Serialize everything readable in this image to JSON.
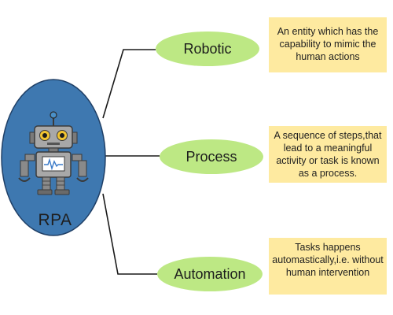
{
  "center": {
    "label": "RPA"
  },
  "branches": [
    {
      "label": "Robotic",
      "description": "An entity which has the capability to mimic the human actions"
    },
    {
      "label": "Process",
      "description": "A sequence of steps,that lead to a meaningful activity or task is known as a process."
    },
    {
      "label": "Automation",
      "description": "Tasks happens automastically,i.e. without human intervention"
    }
  ],
  "colors": {
    "center_ellipse": "#3e78b0",
    "center_outline": "#1f3f66",
    "branch_node": "#bde884",
    "description_box": "#feeaa0",
    "connector_line": "#1a1a1a"
  },
  "icons": {
    "center": "robot-icon"
  }
}
